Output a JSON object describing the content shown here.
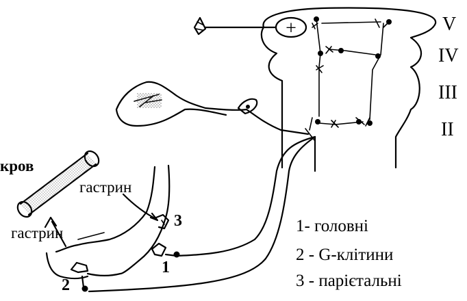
{
  "cortex_layers": [
    "V",
    "IV",
    "III",
    "II"
  ],
  "plus_sign": "+",
  "labels": {
    "blood": "кров",
    "gastrin_upper": "гастрин",
    "gastrin_lower": "гастрин",
    "num_1": "1",
    "num_2": "2",
    "num_3": "3"
  },
  "legend": [
    "1- головні",
    "2 - G-клітини",
    "3 - парієтальні"
  ]
}
